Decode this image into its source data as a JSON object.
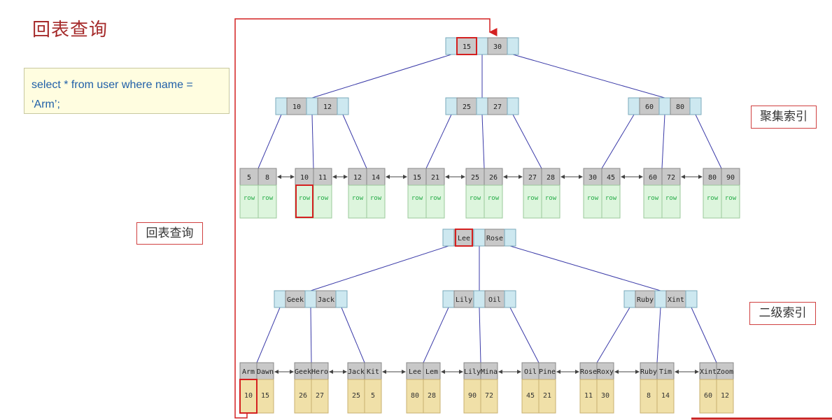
{
  "title": "回表查询",
  "sql": "select * from user where name = ‘Arm’;",
  "labels": {
    "lookup": "回表查询",
    "clustered": "聚集索引",
    "secondary": "二级索引"
  },
  "colors": {
    "accent_red": "#d42020",
    "line_blue": "#3a3aa8",
    "node_key_gray": "#c8c8c8",
    "node_ptr_blue": "#cde8f0",
    "row_green": "#ddf5dd",
    "row_text_green": "#22aa44",
    "value_tan": "#f0e0a8"
  },
  "clustered_index": {
    "root": [
      "15",
      "30"
    ],
    "internal": [
      [
        "10",
        "12"
      ],
      [
        "25",
        "27"
      ],
      [
        "60",
        "80"
      ]
    ],
    "leaves": [
      [
        "5",
        "8"
      ],
      [
        "10",
        "11"
      ],
      [
        "12",
        "14"
      ],
      [
        "15",
        "21"
      ],
      [
        "25",
        "26"
      ],
      [
        "27",
        "28"
      ],
      [
        "30",
        "45"
      ],
      [
        "60",
        "72"
      ],
      [
        "80",
        "90"
      ]
    ],
    "row_text": "row"
  },
  "secondary_index": {
    "root": [
      "Lee",
      "Rose"
    ],
    "internal": [
      [
        "Geek",
        "Jack"
      ],
      [
        "Lily",
        "Oil"
      ],
      [
        "Ruby",
        "Xint"
      ]
    ],
    "leaves": [
      {
        "keys": [
          "Arm",
          "Dawn"
        ],
        "ids": [
          "10",
          "15"
        ]
      },
      {
        "keys": [
          "Geek",
          "Hero"
        ],
        "ids": [
          "26",
          "27"
        ]
      },
      {
        "keys": [
          "Jack",
          "Kit"
        ],
        "ids": [
          "25",
          "5"
        ]
      },
      {
        "keys": [
          "Lee",
          "Lem"
        ],
        "ids": [
          "80",
          "28"
        ]
      },
      {
        "keys": [
          "Lily",
          "Mina"
        ],
        "ids": [
          "90",
          "72"
        ]
      },
      {
        "keys": [
          "Oil",
          "Pine"
        ],
        "ids": [
          "45",
          "21"
        ]
      },
      {
        "keys": [
          "Rose",
          "Roxy"
        ],
        "ids": [
          "11",
          "30"
        ]
      },
      {
        "keys": [
          "Ruby",
          "Tim"
        ],
        "ids": [
          "8",
          "14"
        ]
      },
      {
        "keys": [
          "Xint",
          "Zoom"
        ],
        "ids": [
          "60",
          "12"
        ]
      }
    ]
  }
}
